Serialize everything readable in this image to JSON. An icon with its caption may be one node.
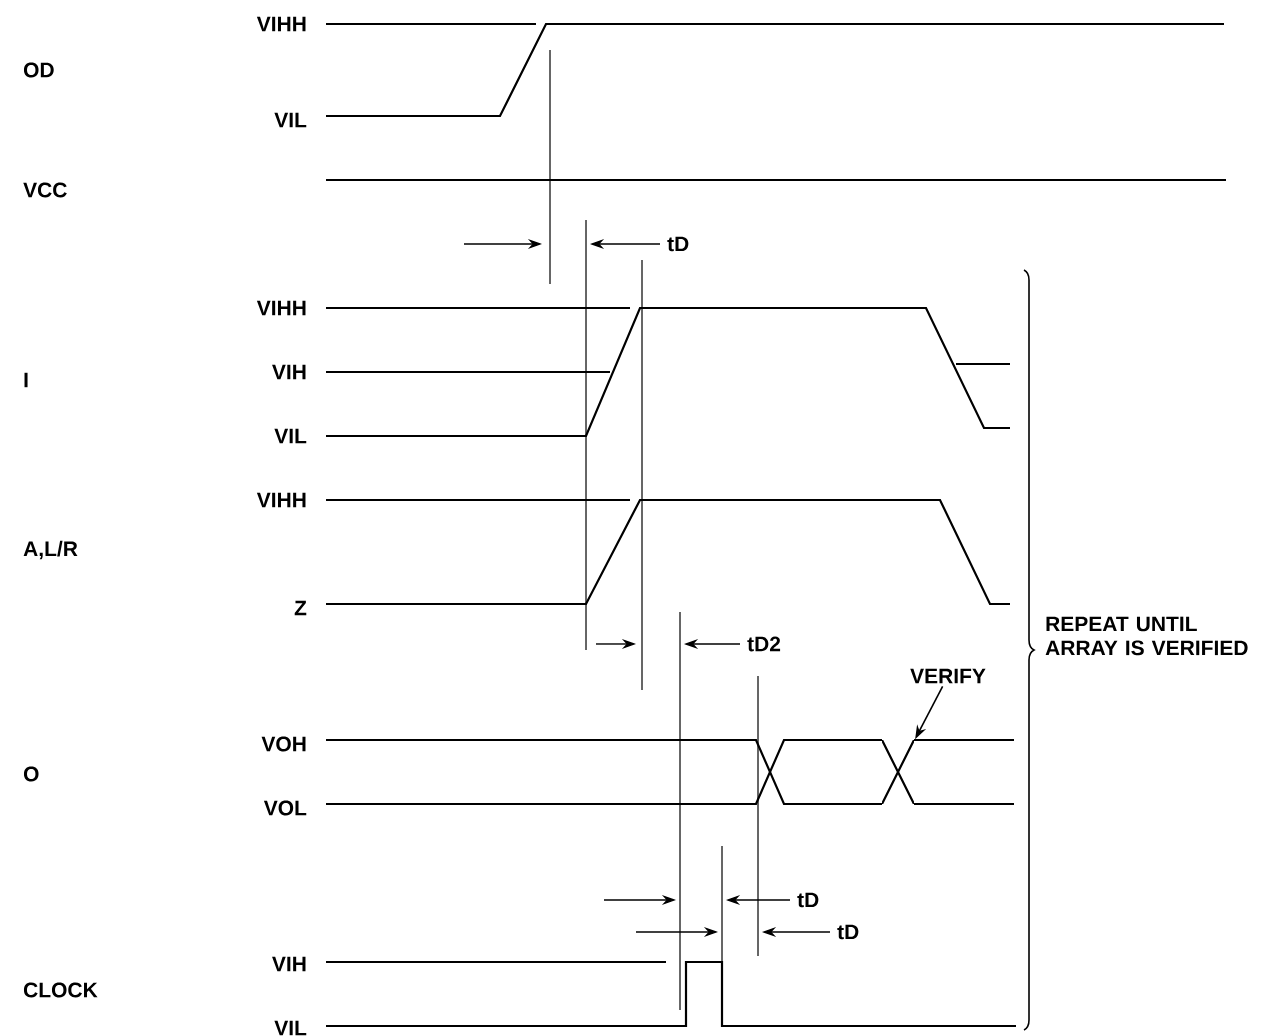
{
  "diagram": {
    "nodes": [
      {
        "text": [
          "VERIFY"
        ]
      },
      {
        "text": [],
        "shape": "cross"
      }
    ],
    "edges": [
      {
        "from": 0,
        "to": 1,
        "arrow": "to"
      }
    ],
    "labels": [
      "OD",
      "VIHH",
      "VIL",
      "VCC",
      "tD",
      "I",
      "VIHH",
      "VIH",
      "VIL",
      "A,L/R",
      "VIHH",
      "Z",
      "tD2",
      "O",
      "VOH",
      "VOL",
      "tD",
      "tD",
      "CLOCK",
      "VIH",
      "VIL",
      "REPEAT UNTIL ARRAY IS VERIFIED"
    ]
  }
}
